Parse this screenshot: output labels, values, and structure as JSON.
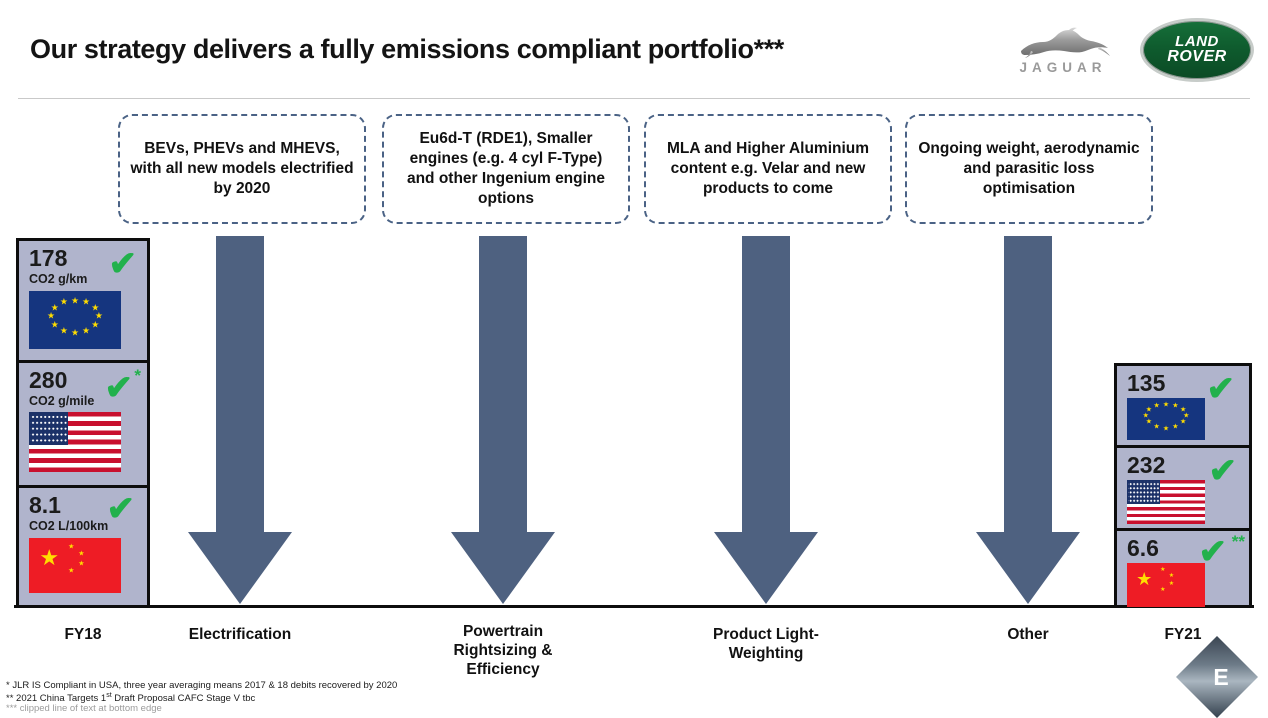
{
  "header": {
    "title": "Our strategy delivers a fully emissions compliant portfolio***",
    "logos": {
      "jaguar": "JAGUAR",
      "land_rover_line1": "LAND",
      "land_rover_line2": "ROVER"
    }
  },
  "callouts": [
    {
      "id": "electrification",
      "text": "BEVs, PHEVs and MHEVS, with all new models electrified by 2020"
    },
    {
      "id": "powertrain",
      "text": "Eu6d-T (RDE1), Smaller engines (e.g. 4 cyl F-Type) and other Ingenium engine options"
    },
    {
      "id": "light-weighting",
      "text": "MLA and Higher Aluminium content e.g. Velar and new products to come"
    },
    {
      "id": "other",
      "text": "Ongoing weight, aerodynamic and parasitic loss optimisation"
    }
  ],
  "fy18_panel": {
    "label": "FY18",
    "rows": [
      {
        "region": "eu",
        "value": "178",
        "unit": "CO2 g/km",
        "check": "✔",
        "star": ""
      },
      {
        "region": "us",
        "value": "280",
        "unit": "CO2 g/mile",
        "check": "✔",
        "star": "*"
      },
      {
        "region": "china",
        "value": "8.1",
        "unit": "CO2 L/100km",
        "check": "✔",
        "star": ""
      }
    ]
  },
  "fy21_panel": {
    "label": "FY21",
    "rows": [
      {
        "region": "eu",
        "value": "135",
        "unit": "",
        "check": "✔",
        "star": ""
      },
      {
        "region": "us",
        "value": "232",
        "unit": "",
        "check": "✔",
        "star": ""
      },
      {
        "region": "china",
        "value": "6.6",
        "unit": "",
        "check": "✔",
        "star": "**"
      }
    ]
  },
  "category_labels": [
    {
      "id": "electrification",
      "text": "Electrification"
    },
    {
      "id": "powertrain",
      "text": "Powertrain Rightsizing & Efficiency"
    },
    {
      "id": "light-weighting",
      "text": "Product Light-Weighting"
    },
    {
      "id": "other",
      "text": "Other"
    }
  ],
  "footnotes": {
    "one_prefix": "* JLR IS Compliant in USA, three year averaging means 2017 & 18 debits recovered by 2020",
    "two_a": "** 2021 China Targets 1",
    "two_sup": "st",
    "two_b": " Draft Proposal CAFC Stage V tbc",
    "three_clipped": "*** clipped line of text at bottom edge"
  },
  "corner_badge": {
    "glyph": "E"
  },
  "colors": {
    "arrow": "#4e6180",
    "callout_border": "#4a6285",
    "panel_bg": "#b0b4cc",
    "panel_border": "#0d0d0d",
    "check_green": "#22b14c",
    "eu_blue": "#15357f",
    "china_red": "#ee1c25",
    "land_rover_green": "#0f5c2e"
  }
}
